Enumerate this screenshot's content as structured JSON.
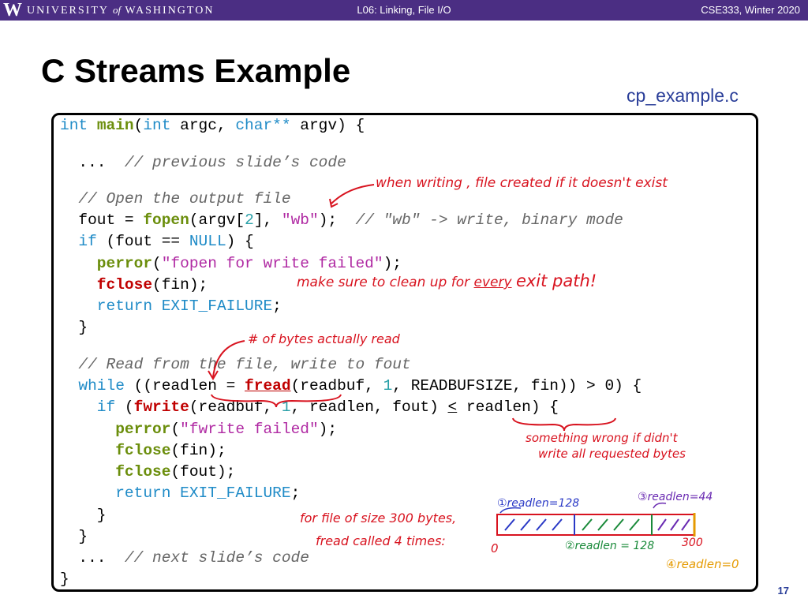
{
  "header": {
    "logo_w": "W",
    "uw_pre": "UNIVERSITY",
    "uw_of": "of",
    "uw_post": "WASHINGTON",
    "lecture": "L06: Linking, File I/O",
    "course": "CSE333, Winter 2020"
  },
  "slide": {
    "title": "C Streams Example",
    "filename": "cp_example.c",
    "page_number": "17"
  },
  "code": {
    "l1": {
      "kw1": "int",
      "fn": "main",
      "p1": "(",
      "kw2": "int",
      "p2": " argc, ",
      "kw3": "char**",
      "p3": " argv) {"
    },
    "l2": {
      "p1": "  ...  ",
      "cm": "// previous slide’s code"
    },
    "l3": {
      "cm": "  // Open the output file"
    },
    "l4": {
      "p1": "  fout = ",
      "fn": "fopen",
      "p2": "(argv[",
      "num": "2",
      "p3": "], ",
      "str": "\"wb\"",
      "p4": ");  ",
      "cm": "// \"wb\" -> write, binary mode"
    },
    "l5": {
      "kw": "  if",
      "p1": " (fout == ",
      "kw2": "NULL",
      "p2": ") {"
    },
    "l6": {
      "fn": "    perror",
      "p1": "(",
      "str": "\"fopen for write failed\"",
      "p2": ");"
    },
    "l7": {
      "fn": "    fclose",
      "p1": "(fin);"
    },
    "l8": {
      "kw": "    return",
      "p1": " ",
      "kw2": "EXIT_FAILURE",
      "p2": ";"
    },
    "l9": {
      "p1": "  }"
    },
    "l10": {
      "cm": "  // Read from the file, write to fout"
    },
    "l11": {
      "kw": "  while",
      "p1": " ((readlen = ",
      "fn": "fread",
      "p2": "(readbuf, ",
      "num": "1",
      "p3": ", READBUFSIZE, fin)) > 0) {"
    },
    "l12": {
      "kw": "    if",
      "p1": " (",
      "fn": "fwrite",
      "p2": "(readbuf, ",
      "num": "1",
      "p3": ", readlen, fout) ",
      "lt": "<",
      "p4": " readlen) {"
    },
    "l13": {
      "fn": "      perror",
      "p1": "(",
      "str": "\"fwrite failed\"",
      "p2": ");"
    },
    "l14": {
      "fn": "      fclose",
      "p1": "(fin);"
    },
    "l15": {
      "fn": "      fclose",
      "p1": "(fout);"
    },
    "l16": {
      "kw": "      return",
      "p1": " ",
      "kw2": "EXIT_FAILURE",
      "p2": ";"
    },
    "l17": {
      "p1": "    }"
    },
    "l18": {
      "p1": "  }"
    },
    "l19": {
      "p1": "  ...  ",
      "cm": "// next slide’s code"
    },
    "l20": {
      "p1": "}"
    }
  },
  "annotations": {
    "write_note": "when writing , file created if it doesn't exist",
    "cleanup_pre": "make sure to clean up for",
    "cleanup_every": "every",
    "cleanup_post": "exit path!",
    "bytes_read": "# of bytes actually read",
    "something_wrong_1": "something wrong if didn't",
    "something_wrong_2": "write all requested bytes",
    "file_size_1": "for file of size 300 bytes,",
    "file_size_2": "fread called 4 times:",
    "r1": "①readlen=128",
    "r2": "②readlen = 128",
    "r3": "③readlen=44",
    "r4": "④readlen=0",
    "axis_0": "0",
    "axis_300": "300"
  },
  "colors": {
    "header_purple": "#4b2e83",
    "keyword_blue": "#1f8bc7",
    "function_green": "#6b8e0c",
    "function_red": "#c00000",
    "string_purple": "#b02aa3",
    "comment_gray": "#666666",
    "annotation_red": "#d8131f"
  }
}
